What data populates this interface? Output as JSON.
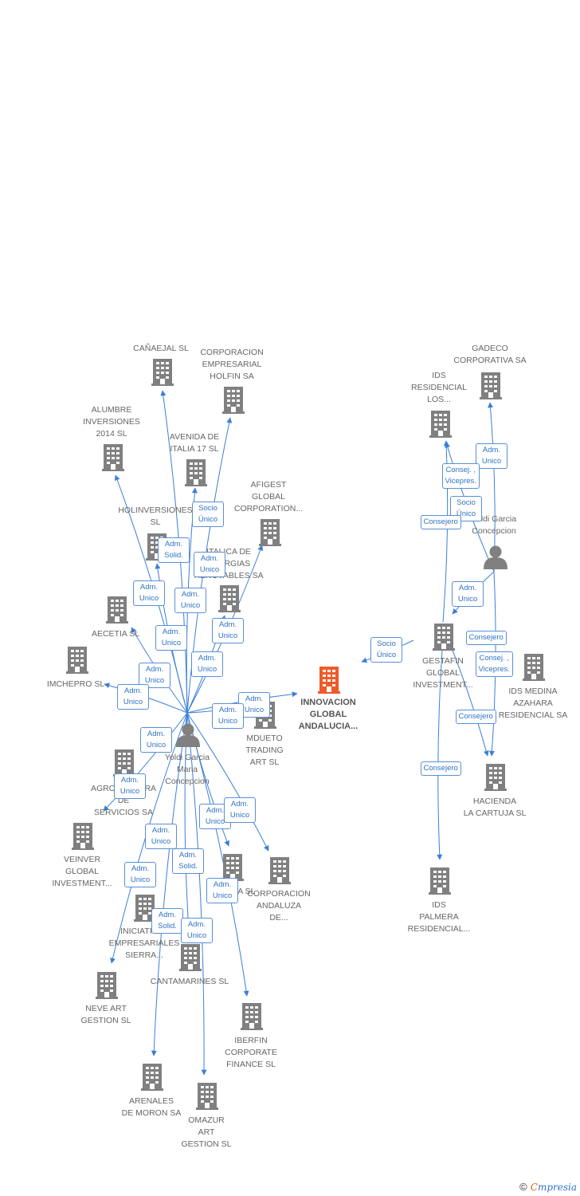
{
  "colors": {
    "edge": "#3b7fd6",
    "building": "#808080",
    "building_main": "#f05a28",
    "person": "#808080",
    "label": "#666666",
    "badge_text": "#2f73c4",
    "badge_border": "#5a8fd6"
  },
  "nodes": [
    {
      "id": "canaejal",
      "type": "company",
      "label": "CAÑAEJAL SL"
    },
    {
      "id": "holfin",
      "type": "company",
      "label": "CORPORACION\nEMPRESARIAL\nHOLFIN SA"
    },
    {
      "id": "alumbre",
      "type": "company",
      "label": "ALUMBRE\nINVERSIONES\n2014  SL"
    },
    {
      "id": "avenida",
      "type": "company",
      "label": "AVENIDA DE\nITALIA 17  SL"
    },
    {
      "id": "afigest",
      "type": "company",
      "label": "AFIGEST\nGLOBAL\nCORPORATION..."
    },
    {
      "id": "holinv",
      "type": "company",
      "label": "HOLINVERSIONES\nSL"
    },
    {
      "id": "italica",
      "type": "company",
      "label": "ITALICA DE\nENERGIAS\nRENOVABLES SA"
    },
    {
      "id": "aecetia",
      "type": "company",
      "label": "AECETIA SL"
    },
    {
      "id": "imchepro",
      "type": "company",
      "label": "IMCHEPRO  SL"
    },
    {
      "id": "innovacion",
      "type": "main",
      "label": "INNOVACION\nGLOBAL\nANDALUCIA..."
    },
    {
      "id": "mdueto",
      "type": "company",
      "label": "MDUETO\nTRADING\nART  SL"
    },
    {
      "id": "yoldi1",
      "type": "person",
      "label": "Yoldi Garcia\nMaria\nConcepcion"
    },
    {
      "id": "agro",
      "type": "company",
      "label": "AGROGESTORA\nDE\nSERVICIOS SA"
    },
    {
      "id": "veinver",
      "type": "company",
      "label": "VEINVER\nGLOBAL\nINVESTMENT..."
    },
    {
      "id": "tosaga",
      "type": "company",
      "label": "TOSAGA SL"
    },
    {
      "id": "corpand",
      "type": "company",
      "label": "CORPORACION\nANDALUZA\nDE..."
    },
    {
      "id": "iniciativas",
      "type": "company",
      "label": "INICIATIVAS\nEMPRESARIALES\nSIERRA..."
    },
    {
      "id": "cantamarines",
      "type": "company",
      "label": "CANTAMARINES SL"
    },
    {
      "id": "neve",
      "type": "company",
      "label": "NEVE ART\nGESTION  SL"
    },
    {
      "id": "iberfin",
      "type": "company",
      "label": "IBERFIN\nCORPORATE\nFINANCE  SL"
    },
    {
      "id": "arenales",
      "type": "company",
      "label": "ARENALES\nDE MORON SA"
    },
    {
      "id": "omazur",
      "type": "company",
      "label": "OMAZUR\nART\nGESTION  SL"
    },
    {
      "id": "gadeco",
      "type": "company",
      "label": "GADECO\nCORPORATIVA SA"
    },
    {
      "id": "idsres",
      "type": "company",
      "label": "IDS\nRESIDENCIAL\nLOS..."
    },
    {
      "id": "yoldi2",
      "type": "person",
      "label": "Yoldi Garcia\nConcepcion"
    },
    {
      "id": "gestafin",
      "type": "company",
      "label": "GESTAFIN\nGLOBAL\nINVESTMENT..."
    },
    {
      "id": "idsmedina",
      "type": "company",
      "label": "IDS MEDINA\nAZAHARA\nRESIDENCIAL SA"
    },
    {
      "id": "hacienda",
      "type": "company",
      "label": "HACIENDA\nLA CARTUJA  SL"
    },
    {
      "id": "idspalmera",
      "type": "company",
      "label": "IDS\nPALMERA\nRESIDENCIAL..."
    }
  ],
  "edges": [
    {
      "from": "yoldi1",
      "to": "canaejal"
    },
    {
      "from": "yoldi1",
      "to": "holfin"
    },
    {
      "from": "yoldi1",
      "to": "alumbre"
    },
    {
      "from": "yoldi1",
      "to": "avenida"
    },
    {
      "from": "yoldi1",
      "to": "afigest"
    },
    {
      "from": "yoldi1",
      "to": "holinv"
    },
    {
      "from": "yoldi1",
      "to": "italica"
    },
    {
      "from": "yoldi1",
      "to": "aecetia"
    },
    {
      "from": "yoldi1",
      "to": "imchepro"
    },
    {
      "from": "yoldi1",
      "to": "innovacion"
    },
    {
      "from": "yoldi1",
      "to": "mdueto"
    },
    {
      "from": "yoldi1",
      "to": "agro"
    },
    {
      "from": "yoldi1",
      "to": "tosaga"
    },
    {
      "from": "yoldi1",
      "to": "corpand"
    },
    {
      "from": "yoldi1",
      "to": "neve"
    },
    {
      "from": "yoldi1",
      "to": "iberfin"
    },
    {
      "from": "yoldi1",
      "to": "arenales"
    },
    {
      "from": "yoldi1",
      "to": "omazur"
    },
    {
      "from": "yoldi1",
      "to": "cantamarines"
    },
    {
      "from": "gestafin",
      "to": "innovacion"
    },
    {
      "from": "yoldi2",
      "to": "gadeco"
    },
    {
      "from": "yoldi2",
      "to": "idsres"
    },
    {
      "from": "yoldi2",
      "to": "gestafin"
    },
    {
      "from": "yoldi2",
      "to": "hacienda"
    },
    {
      "from": "gestafin",
      "to": "idsres"
    },
    {
      "from": "gestafin",
      "to": "hacienda"
    },
    {
      "from": "gestafin",
      "to": "idspalmera"
    }
  ],
  "badges": [
    "Socio\nÚnico",
    "Adm.\nSolid.",
    "Adm.\nUnico",
    "Adm.\nUnico",
    "Adm.\nUnico",
    "Adm.\nUnico",
    "Adm.\nUnico",
    "Adm.\nUnico",
    "Adm.\nUnico",
    "Adm.\nUnico",
    "Adm.\nUnico",
    "Adm.\nUnico",
    "Adm.\nUnico",
    "Adm.\nUnico",
    "Adm.\nUnico",
    "Adm.\nUnico",
    "Adm.\nUnico",
    "Adm.\nUnico",
    "Adm.\nSolid.",
    "Adm.\nUnico",
    "Adm.\nSolid.",
    "Adm.\nUnico",
    "Socio\nÚnico",
    "Adm.\nUnico",
    "Consej. ,\nVicepres.",
    "Socio\nÚnico",
    "Consejero",
    "Adm.\nUnico",
    "Consejero",
    "Consej. ,\nVicepres.",
    "Consejero",
    "Consejero"
  ],
  "watermark": {
    "symbol": "©",
    "brand_e": "C",
    "brand_rest": "mpresia"
  }
}
